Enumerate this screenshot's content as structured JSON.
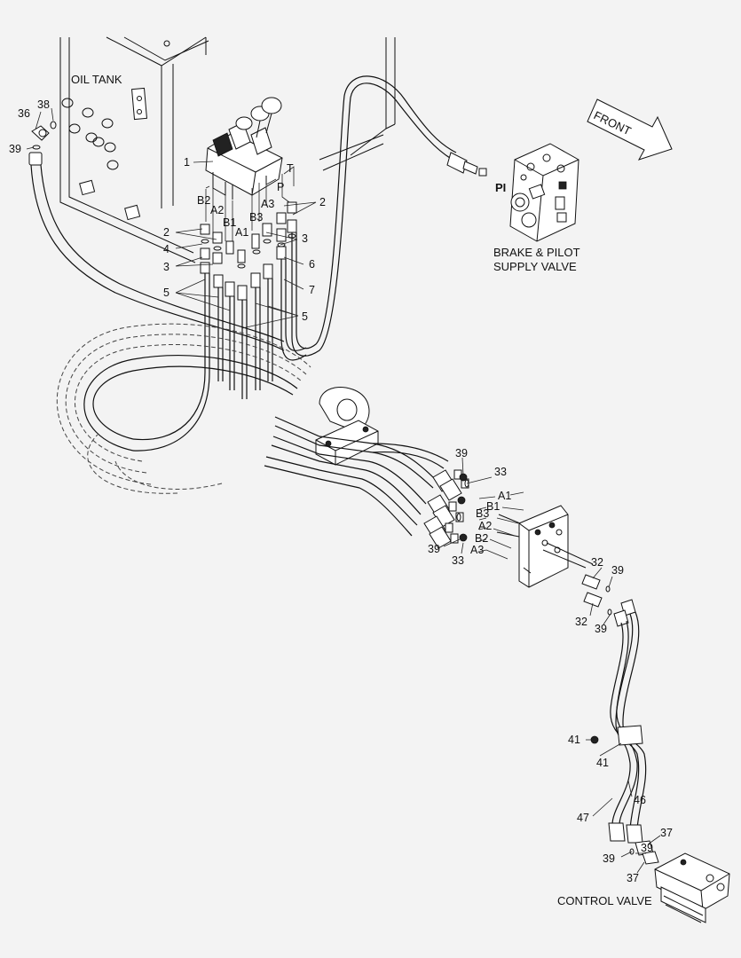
{
  "diagram": {
    "component_labels": {
      "oil_tank": "OIL TANK",
      "front": "FRONT",
      "pi_port": "PI",
      "brake_valve_line1": "BRAKE & PILOT",
      "brake_valve_line2": "SUPPLY VALVE",
      "control_valve": "CONTROL VALVE"
    },
    "callouts": {
      "n1": "1",
      "n2a": "2",
      "n2b": "2",
      "n3a": "3",
      "n3b": "3",
      "n4": "4",
      "n5a": "5",
      "n5b": "5",
      "n6": "6",
      "n7": "7",
      "n32a": "32",
      "n32b": "32",
      "n33a": "33",
      "n33b": "33",
      "n36": "36",
      "n37a": "37",
      "n37b": "37",
      "n38": "38",
      "n39a": "39",
      "n39b": "39",
      "n39c": "39",
      "n39d": "39",
      "n39e": "39",
      "n39f": "39",
      "n41a": "41",
      "n41b": "41",
      "n46": "46",
      "n47": "47"
    },
    "port_labels": {
      "t": "T",
      "p": "P",
      "b2": "B2",
      "a2": "A2",
      "b1": "B1",
      "b3": "B3",
      "a3": "A3",
      "a1": "A1",
      "r_a1": "A1",
      "r_b1": "B1",
      "r_b3": "B3",
      "r_a2": "A2",
      "r_b2": "B2",
      "r_a3": "A3"
    }
  }
}
